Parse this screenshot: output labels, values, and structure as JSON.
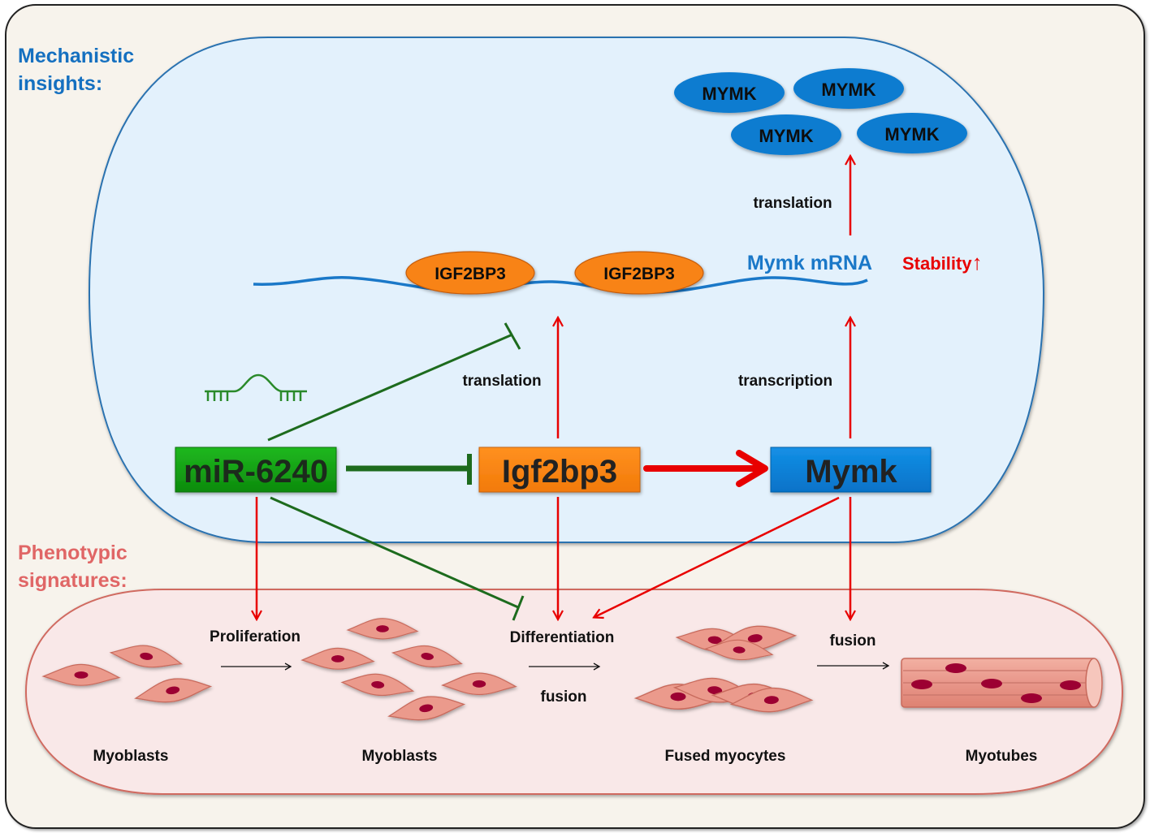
{
  "sections": {
    "mechanistic_title_line1": "Mechanistic",
    "mechanistic_title_line2": "insights:",
    "phenotypic_title_line1": "Phenotypic",
    "phenotypic_title_line2": "signatures:"
  },
  "colors": {
    "mechanistic_title": "#1570c0",
    "phenotypic_title": "#e06666",
    "activation_arrow": "#e80000",
    "inhibition_line": "#1d6b1d",
    "mir_box": "#129e12",
    "igf2bp3_box": "#f88312",
    "mymk_box": "#0a82dc",
    "protein_ellipse": "#0b7bd0",
    "mrna_line": "#1a78c8"
  },
  "proteins": {
    "mymk": [
      "MYMK",
      "MYMK",
      "MYMK",
      "MYMK"
    ],
    "igf2bp3": [
      "IGF2BP3",
      "IGF2BP3"
    ]
  },
  "mrna": {
    "label": "Mymk mRNA",
    "stability_label": "Stability",
    "stability_arrow": "↑"
  },
  "nodes": {
    "mir": "miR-6240",
    "igf2bp3": "Igf2bp3",
    "mymk": "Mymk"
  },
  "edge_labels": {
    "translation_top": "translation",
    "translation_mid": "translation",
    "transcription": "transcription"
  },
  "phenotype": {
    "steps": [
      "Proliferation",
      "Differentiation",
      "fusion",
      "fusion"
    ],
    "stages": [
      "Myoblasts",
      "Myoblasts",
      "Fused myocytes",
      "Myotubes"
    ]
  }
}
